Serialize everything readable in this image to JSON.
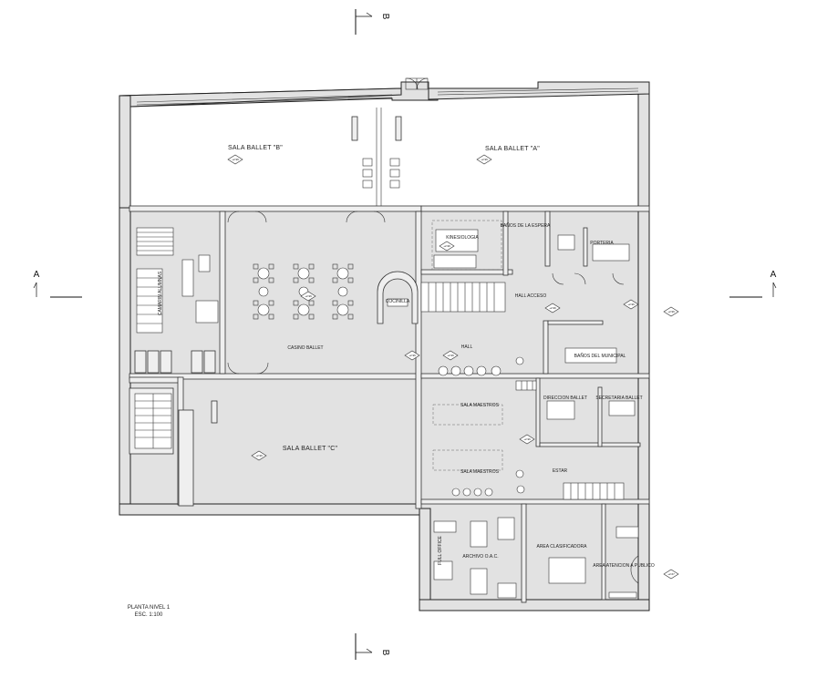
{
  "rooms": {
    "sala_ballet_b": "SALA BALLET \"B\"",
    "sala_ballet_a": "SALA BALLET \"A\"",
    "sala_ballet_c": "SALA BALLET \"C\"",
    "kinesiologia": "KINESIOLOGIA",
    "baños_espera": "BAÑOS DE LA ESPERA",
    "porteria": "PORTERIA",
    "camarin_alumnas": "CAMARIN ALUMNAS",
    "casino_ballet": "CASINO BALLET",
    "cocinilla": "COCINILLA",
    "hall_acceso": "HALL ACCESO",
    "hall": "HALL",
    "baños_municipal": "BAÑOS DEL MUNICIPAL",
    "sala_maestros_1": "SALA MAESTROS",
    "sala_maestros_2": "SALA MAESTROS",
    "direccion_ballet": "DIRECCION BALLET",
    "secretaria_ballet": "SECRETARIA BALLET",
    "estar": "ESTAR",
    "full_office": "FULL OFFICE",
    "archivo_oac": "ARCHIVO O.A.C.",
    "area_clasificadora": "AREA CLASIFICADORA",
    "area_atencion": "AREA ATENCION A PUBLICO"
  },
  "levels": {
    "ballet_b": "+2.96",
    "ballet_a": "+2.96",
    "ballet_c": "+2.96",
    "kinesiologia": "+2.96",
    "casino": "+2.96",
    "hall_acceso": "+2.96",
    "hall": "+2.96",
    "hall_door": "+2.96",
    "stair_lobby": "+2.96",
    "estar": "+2.96",
    "entry_right": "+2.96",
    "entry_bottom": "+2.67"
  },
  "section_marks": {
    "a_left": "A",
    "a_right": "A",
    "b_top": "B",
    "b_bottom": "B"
  },
  "title_block": {
    "title": "PLANTA NIVEL 1",
    "scale": "ESC. 1:100"
  }
}
